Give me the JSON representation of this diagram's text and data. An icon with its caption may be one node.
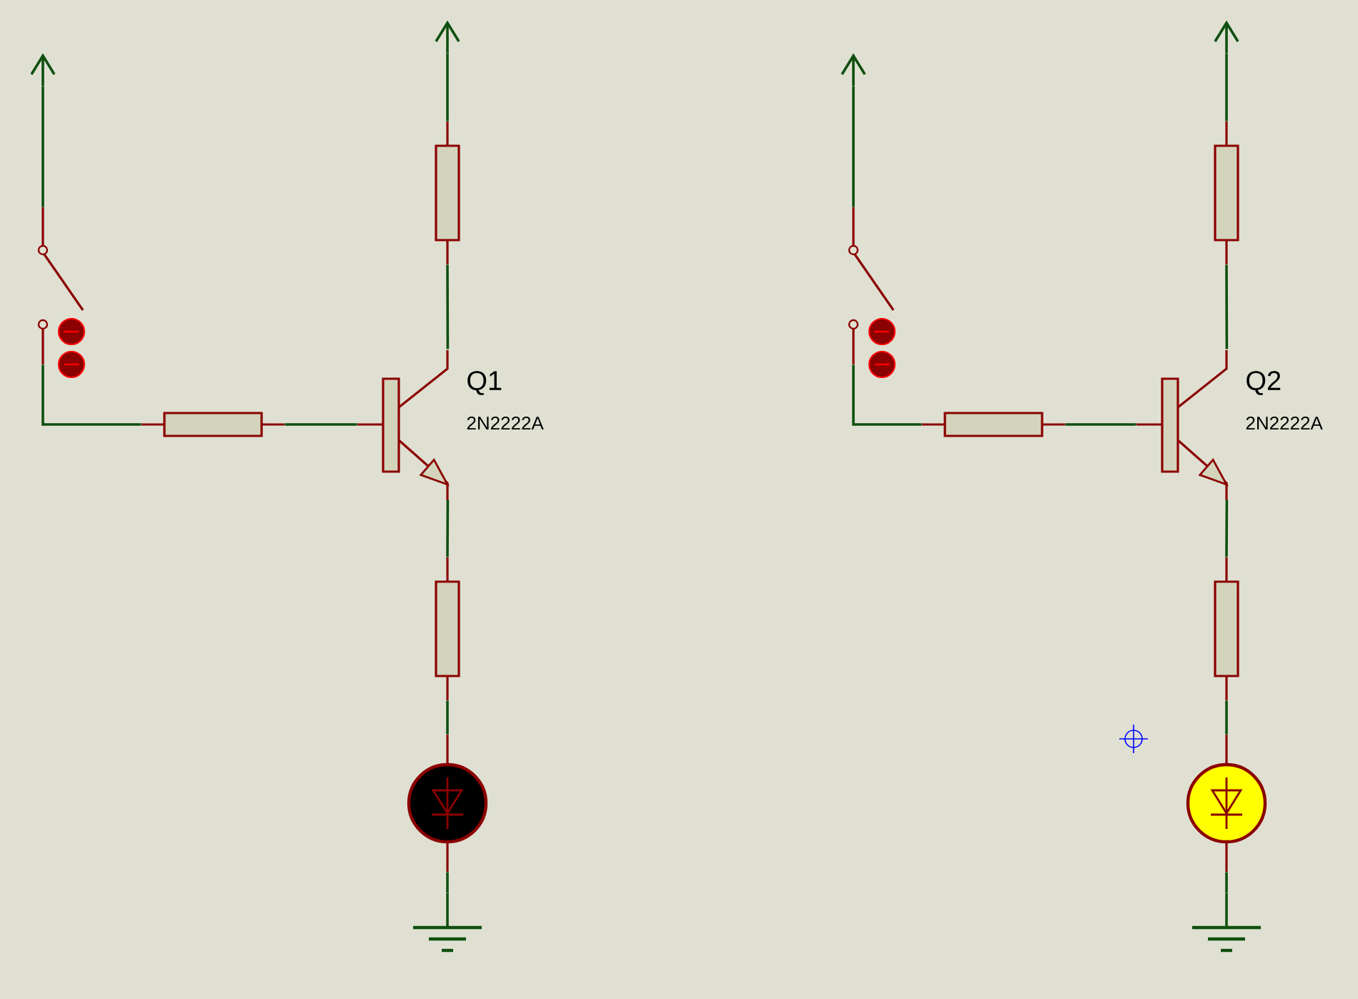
{
  "diagram": {
    "nodes": [
      {
        "text": [],
        "shape": "arrow"
      },
      {
        "text": [],
        "shape": "switch"
      },
      {
        "text": [],
        "shape": "box"
      },
      {
        "text": [
          "Q1",
          "2N2222A"
        ]
      },
      {
        "text": [],
        "shape": "arrow"
      },
      {
        "text": [],
        "shape": "box"
      },
      {
        "text": [],
        "shape": "box"
      },
      {
        "text": [],
        "shape": "circle"
      },
      {
        "text": [],
        "shape": "ground"
      },
      {
        "text": [],
        "shape": "arrow"
      },
      {
        "text": [],
        "shape": "switch"
      },
      {
        "text": [],
        "shape": "box"
      },
      {
        "text": [
          "Q2",
          "2N2222A"
        ]
      },
      {
        "text": [],
        "shape": "arrow"
      },
      {
        "text": [],
        "shape": "box"
      },
      {
        "text": [],
        "shape": "box"
      },
      {
        "text": [],
        "shape": "circle"
      },
      {
        "text": [],
        "shape": "ground"
      }
    ],
    "edges": [
      {
        "from": 0,
        "to": 1,
        "arrow": "none"
      },
      {
        "from": 1,
        "to": 2,
        "arrow": "none"
      },
      {
        "from": 2,
        "to": 3,
        "arrow": "none"
      },
      {
        "from": 4,
        "to": 5,
        "arrow": "none"
      },
      {
        "from": 5,
        "to": 3,
        "arrow": "none"
      },
      {
        "from": 3,
        "to": 6,
        "arrow": "none"
      },
      {
        "from": 6,
        "to": 7,
        "arrow": "none"
      },
      {
        "from": 7,
        "to": 8,
        "arrow": "none"
      },
      {
        "from": 9,
        "to": 10,
        "arrow": "none"
      },
      {
        "from": 10,
        "to": 11,
        "arrow": "none"
      },
      {
        "from": 11,
        "to": 12,
        "arrow": "none"
      },
      {
        "from": 13,
        "to": 14,
        "arrow": "none"
      },
      {
        "from": 14,
        "to": 12,
        "arrow": "none"
      },
      {
        "from": 12,
        "to": 15,
        "arrow": "none"
      },
      {
        "from": 15,
        "to": 16,
        "arrow": "none"
      },
      {
        "from": 16,
        "to": 17,
        "arrow": "none"
      }
    ]
  }
}
